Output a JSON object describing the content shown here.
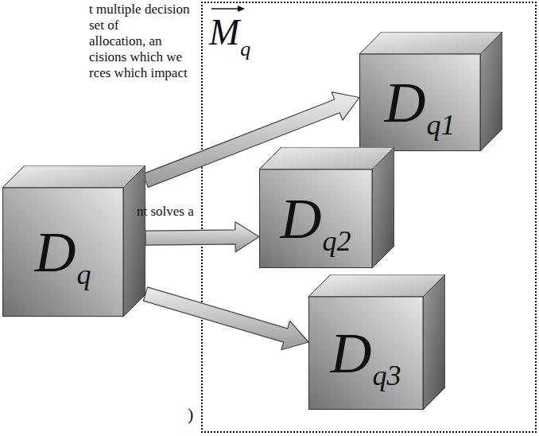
{
  "diagram": {
    "nodes": [
      {
        "text": [
          "D",
          "q"
        ]
      },
      {
        "text": [
          "M",
          "q"
        ]
      },
      {
        "text": [
          "D",
          "q1"
        ],
        "in": 1
      },
      {
        "text": [
          "D",
          "q2"
        ],
        "in": 1
      },
      {
        "text": [
          "D",
          "q3"
        ],
        "in": 1
      }
    ],
    "edges": [
      {
        "from": 0,
        "to": 2,
        "arrow": "to"
      },
      {
        "from": 0,
        "to": 3,
        "arrow": "to"
      },
      {
        "from": 0,
        "to": 4,
        "arrow": "to"
      }
    ],
    "labels": [
      "t multiple decision",
      "set of",
      "allocation, an",
      "cisions which we",
      "rces which impact",
      "nt solves a",
      ")"
    ]
  }
}
